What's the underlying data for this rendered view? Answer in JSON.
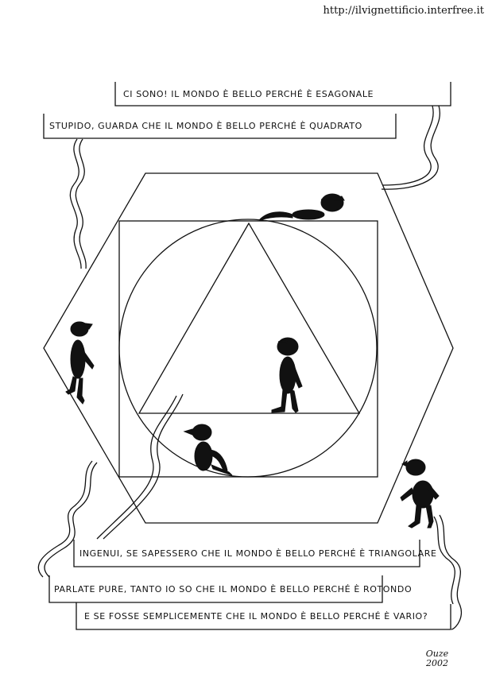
{
  "url": "http://ilvignettificio.interfree.it",
  "captions": {
    "hexagon": "CI SONO! IL MONDO È BELLO PERCHÉ È ESAGONALE",
    "square": "STUPIDO, GUARDA CHE IL MONDO È BELLO PERCHÉ È QUADRATO",
    "triangle": "INGENUI, SE SAPESSERO CHE IL MONDO È BELLO PERCHÉ È TRIANGOLARE",
    "circle": "PARLATE PURE, TANTO IO SO CHE IL MONDO È BELLO PERCHÉ È ROTONDO",
    "varied": "E SE FOSSE SEMPLICEMENTE CHE IL MONDO È BELLO PERCHÉ È VARIO?"
  },
  "signature": {
    "name": "Ouze",
    "year": "2002"
  }
}
